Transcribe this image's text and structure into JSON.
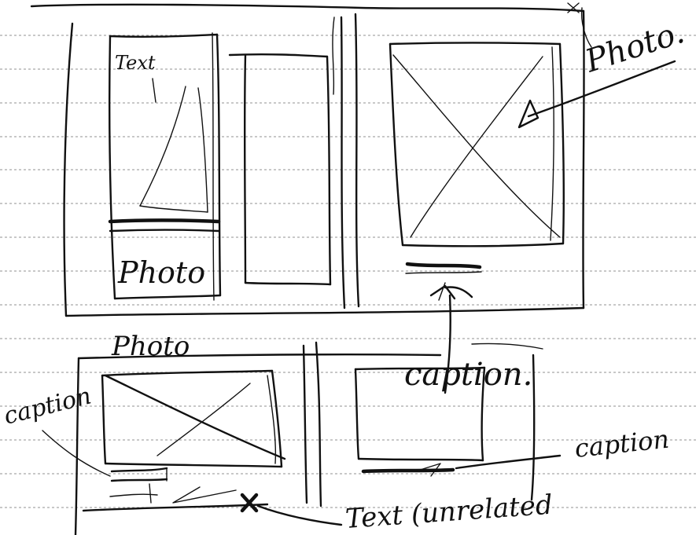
{
  "sketch": {
    "ink_color": "#111111",
    "paper_color": "#ffffff",
    "rule_color": "#6e6e6e",
    "labels": {
      "top_left_text": "Text",
      "top_left_photo": "Photo",
      "top_right_photo": "Photo.",
      "bottom_left_photo": "Photo",
      "bottom_left_caption": "caption",
      "bottom_right_caption_top": "caption.",
      "bottom_right_caption_side": "caption",
      "bottom_note": "Text (unrelated"
    }
  }
}
